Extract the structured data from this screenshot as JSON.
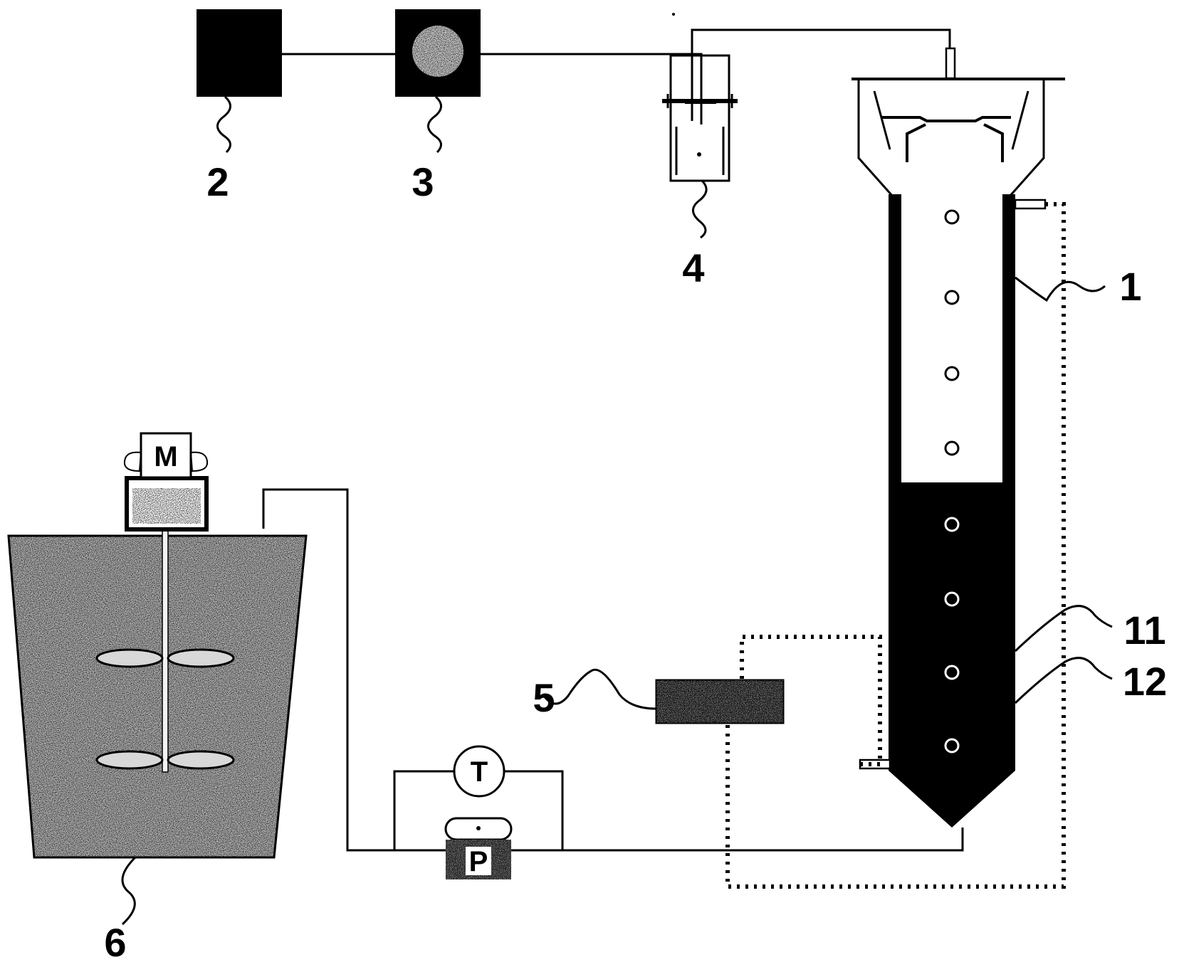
{
  "labels": {
    "reactor": "1",
    "unit2": "2",
    "unit3": "3",
    "unit4": "4",
    "unit5": "5",
    "tank": "6",
    "layer11": "11",
    "layer12": "12"
  },
  "equipment": {
    "motor": "M",
    "thermometer": "T",
    "pump": "P"
  }
}
